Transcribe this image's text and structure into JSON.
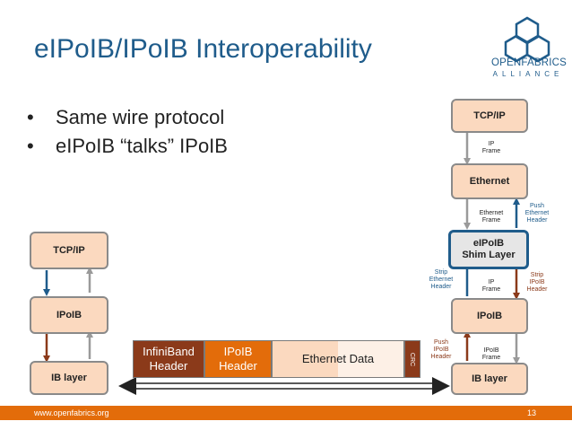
{
  "slide": {
    "title": "eIPoIB/IPoIB Interoperability",
    "bullets": [
      "Same wire protocol",
      "eIPoIB “talks” IPoIB"
    ]
  },
  "logo": {
    "line1": "OPENFABRICS",
    "line2": "ALLIANCE"
  },
  "left_stack": {
    "top": "TCP/IP",
    "middle": "IPoIB",
    "bottom": "IB layer"
  },
  "right_stack": {
    "tcpip": "TCP/IP",
    "ethernet": "Ethernet",
    "shim": "eIPoIB\nShim Layer",
    "ipoib": "IPoIB",
    "iblayer": "IB layer"
  },
  "labels": {
    "ip_frame_top": "IP\nFrame",
    "ethernet_frame": "Ethernet\nFrame",
    "push_ethernet_header": "Push\nEthernet\nHeader",
    "strip_ethernet_header": "Strip\nEthernet\nHeader",
    "ip_frame_mid": "IP\nFrame",
    "strip_ipoib_header": "Strip\nIPoIB\nHeader",
    "push_ipoib_header": "Push\nIPoIB\nHeader",
    "ipoib_frame": "IPoIB\nFrame"
  },
  "frame": {
    "infiniband_header": "InfiniBand\nHeader",
    "ipoib_header": "IPoIB\nHeader",
    "ethernet_data": "Ethernet Data",
    "crc": "CRC"
  },
  "colors": {
    "title": "#1f5c8b",
    "accent_orange": "#e36c0a",
    "box_fill": "#fbd9bf",
    "shim_border": "#1f5c8b",
    "infiniband_header_fill": "#8b3a1a",
    "ipoib_header_fill": "#e36c0a",
    "ethernet_data_fill": "#fbd9bf"
  },
  "footer": {
    "url": "www.openfabrics.org",
    "page": "13"
  }
}
